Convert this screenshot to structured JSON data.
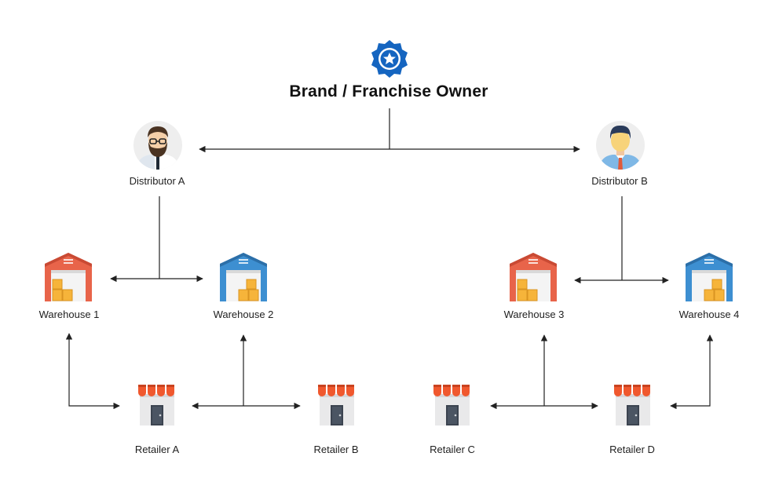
{
  "title": "Brand / Franchise Owner",
  "distributors": [
    {
      "label": "Distributor A"
    },
    {
      "label": "Distributor B"
    }
  ],
  "warehouses": [
    {
      "label": "Warehouse 1",
      "color": "#e8644a"
    },
    {
      "label": "Warehouse 2",
      "color": "#3d8fd1"
    },
    {
      "label": "Warehouse 3",
      "color": "#e8644a"
    },
    {
      "label": "Warehouse 4",
      "color": "#3d8fd1"
    }
  ],
  "retailers": [
    {
      "label": "Retailer A"
    },
    {
      "label": "Retailer B"
    },
    {
      "label": "Retailer C"
    },
    {
      "label": "Retailer D"
    }
  ],
  "colors": {
    "badge": "#1565c0",
    "line": "#222222",
    "awning": "#f0582e",
    "box": "#f6b43a"
  }
}
